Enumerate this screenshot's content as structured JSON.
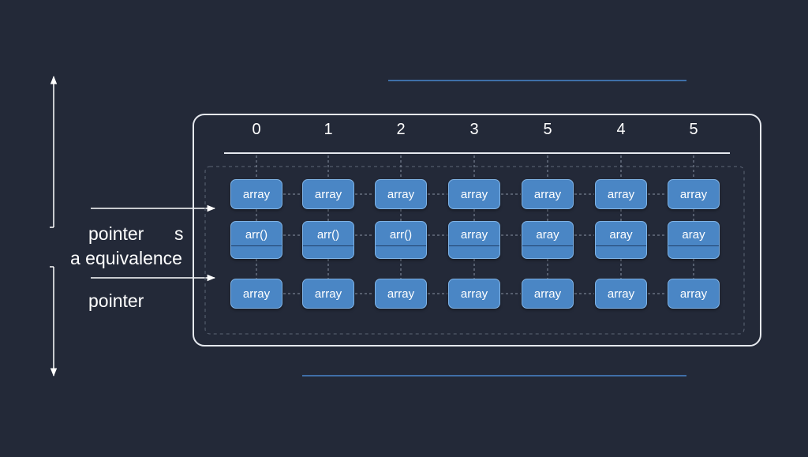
{
  "labels": {
    "left_line1": "pointer",
    "left_suffix": "s",
    "left_line2": "a equivalence",
    "left_line3": "pointer"
  },
  "indices": [
    "0",
    "1",
    "2",
    "3",
    "5",
    "4",
    "5"
  ],
  "rows": [
    [
      "array",
      "array",
      "array",
      "array",
      "array",
      "array",
      "array"
    ],
    [
      "arr()",
      "arr()",
      "arr()",
      "array",
      "aray",
      "aray",
      "aray"
    ],
    [
      "array",
      "array",
      "array",
      "array",
      "array",
      "array",
      "array"
    ]
  ],
  "colors": {
    "background": "#232938",
    "cell_fill": "#4a86c5",
    "cell_border": "#7fb3e6",
    "accent_line": "#3f6fa8",
    "frame": "#e6e9ef"
  }
}
